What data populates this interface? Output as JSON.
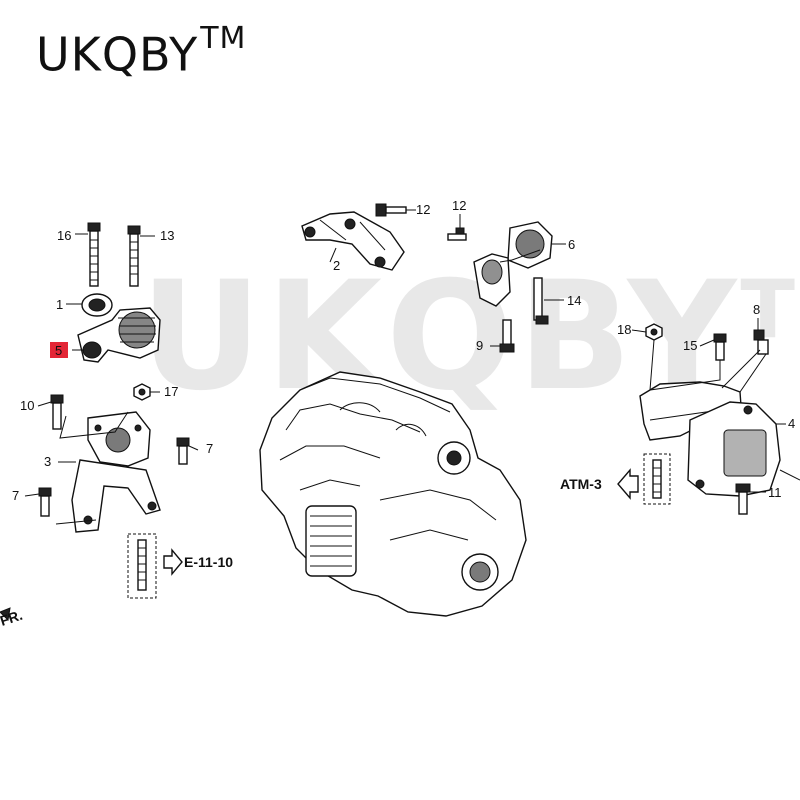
{
  "brand": {
    "text": "UKQBY",
    "tm": "TM"
  },
  "watermark": {
    "text": "UKQBY",
    "tm": "TM"
  },
  "callouts": {
    "c1": "1",
    "c2": "2",
    "c3": "3",
    "c4": "4",
    "c5": "5",
    "c6": "6",
    "c7a": "7",
    "c7b": "7",
    "c8": "8",
    "c9": "9",
    "c10": "10",
    "c11": "11",
    "c12a": "12",
    "c12b": "12",
    "c13": "13",
    "c14": "14",
    "c15": "15",
    "c16": "16",
    "c17": "17",
    "c18": "18"
  },
  "references": {
    "e_ref": "E-11-10",
    "atm_ref": "ATM-3",
    "fr": "FR."
  },
  "highlight_color": "#e32636"
}
